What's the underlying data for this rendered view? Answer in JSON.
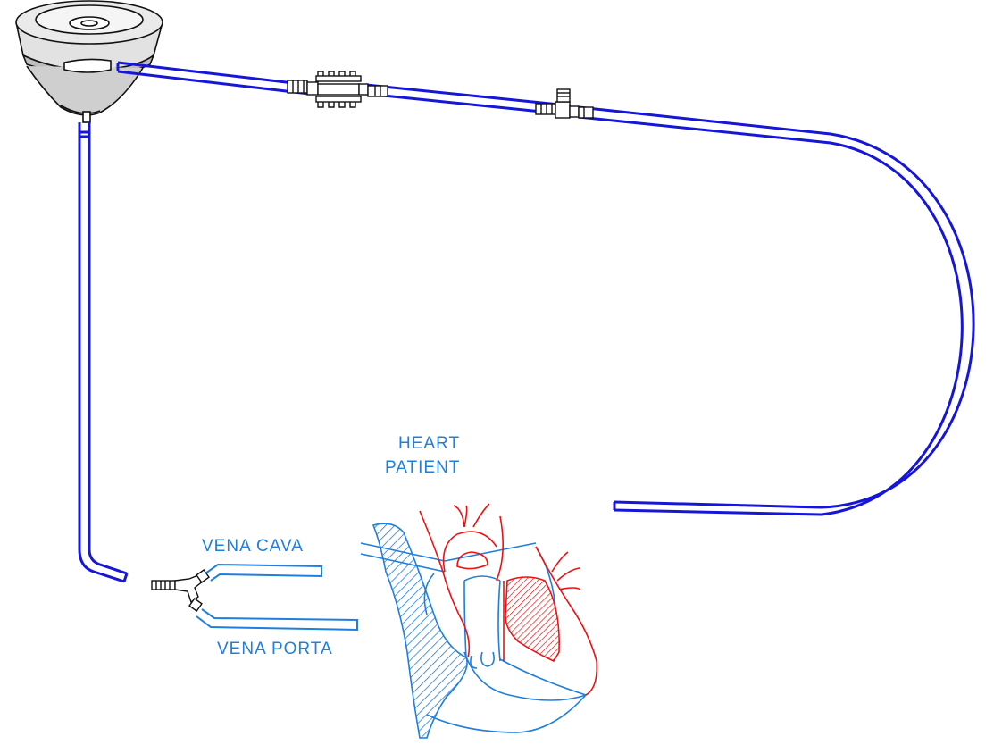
{
  "labels": {
    "heart_line1": "HEART",
    "heart_line2": "PATIENT",
    "vena_cava": "VENA CAVA",
    "vena_porta": "VENA PORTA"
  },
  "colors": {
    "tube": "#1616d8",
    "vein": "#1e7fdc",
    "artery": "#ee1111",
    "hardware": "#111111",
    "label": "#1e7fdc"
  }
}
